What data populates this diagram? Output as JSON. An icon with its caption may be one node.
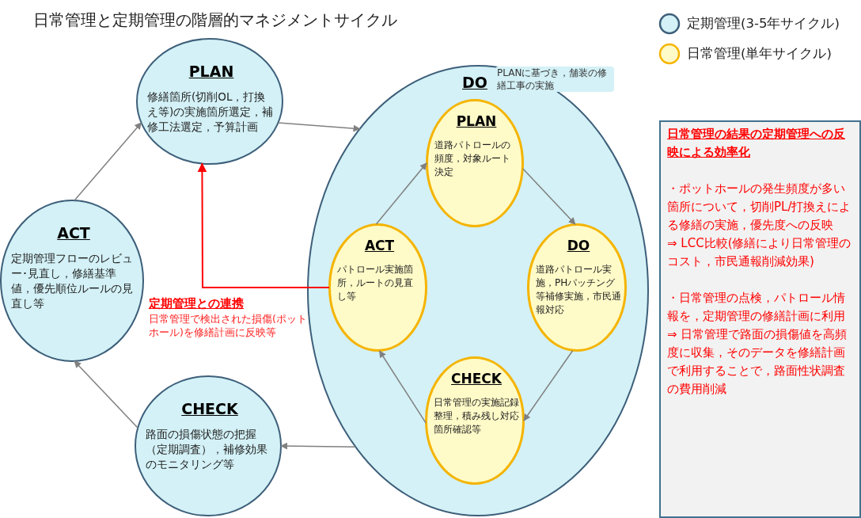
{
  "diagram": {
    "title": "日常管理と定期管理の階層的マネジメントサイクル",
    "nodes": [
      {
        "text": [
          "PLAN",
          "修繕箇所(切削OL，打換え等)の実施箇所選定，補修工法選定，予算計画"
        ]
      },
      {
        "text": [
          "ACT",
          "定期管理フローのレビュー･見直し，修繕基準値，優先順位ルールの見直し等"
        ]
      },
      {
        "text": [
          "CHECK",
          "路面の損傷状態の把握（定期調査），補修効果のモニタリング等"
        ]
      },
      {
        "text": [
          "DO"
        ],
        "beside": [
          "PLANに基づき，舗装の修繕工事の実施"
        ]
      },
      {
        "text": [
          "PLAN",
          "道路パトロールの頻度，対象ルート決定"
        ],
        "in": 3
      },
      {
        "text": [
          "ACT",
          "パトロール実施箇所，ルートの見直し等"
        ],
        "in": 3
      },
      {
        "text": [
          "DO",
          "道路パトロール実施，PHパッチング等補修実施，市民通報対応"
        ],
        "in": 3
      },
      {
        "text": [
          "CHECK",
          "日常管理の実施記録整理，積み残し対応箇所確認等"
        ],
        "in": 3
      },
      {
        "text": [
          "日常管理の結果の定期管理への反映による効率化",
          "・ポットホールの発生頻度が多い箇所について，切削PL/打換えによる修繕の実施，優先度への反映",
          "⇒ LCC比較(修繕により日常管理のコスト，市民通報削減効果)",
          "・日常管理の点検，パトロール情報を，定期管理の修繕計画に利用",
          "⇒ 日常管理で路面の損傷値を高頻度に収集，そのデータを修繕計画で利用することで，路面性状調査の費用削減"
        ]
      }
    ],
    "edges": [
      {
        "from": 1,
        "to": 0,
        "arrow": "to"
      },
      {
        "from": 0,
        "to": 3,
        "arrow": "to"
      },
      {
        "from": 3,
        "to": 2,
        "arrow": "to"
      },
      {
        "from": 2,
        "to": 1,
        "arrow": "to"
      },
      {
        "from": 5,
        "to": 4,
        "arrow": "to"
      },
      {
        "from": 4,
        "to": 6,
        "arrow": "to"
      },
      {
        "from": 6,
        "to": 7,
        "arrow": "to"
      },
      {
        "from": 7,
        "to": 5,
        "arrow": "to"
      },
      {
        "from": 5,
        "to": 0,
        "arrow": "to",
        "color": "#ff0000"
      }
    ],
    "labels": [
      "定期管理との連携",
      "日常管理で検出された損傷(ポットホール)を修繕計画に反映等"
    ],
    "legend": [
      {
        "text": "定期管理(3-5年サイクル)",
        "color": "#d3f1f6"
      },
      {
        "text": "日常管理(単年サイクル)",
        "color": "#fffbc8"
      }
    ]
  }
}
